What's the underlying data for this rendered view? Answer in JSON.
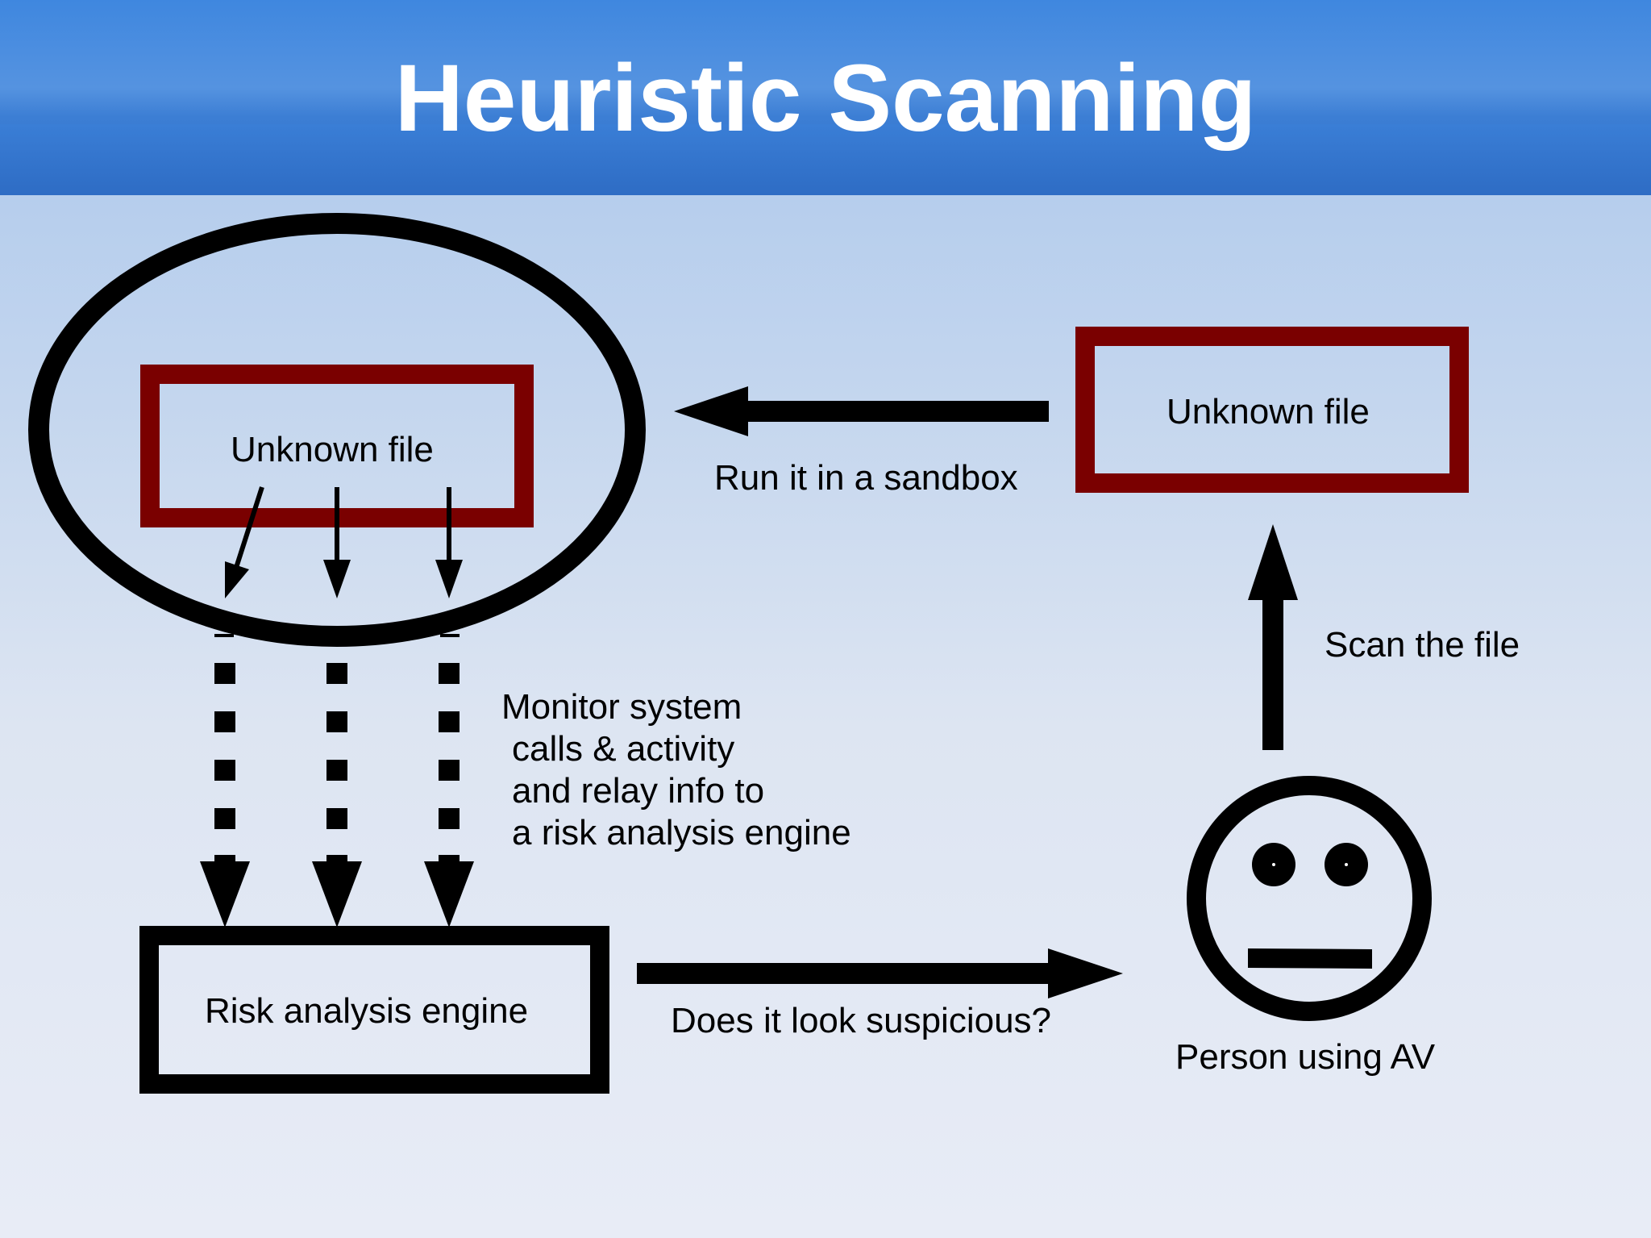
{
  "slide": {
    "title": "Heuristic Scanning"
  },
  "nodes": {
    "sandbox_file_label": "Unknown file",
    "incoming_file_label": "Unknown file",
    "risk_engine_label": "Risk analysis engine",
    "person_label": "Person using AV"
  },
  "edges": {
    "run_sandbox": "Run it in a sandbox",
    "scan_file": "Scan the file",
    "suspicious": "Does it look suspicious?",
    "monitor_lines": [
      "Monitor system",
      "calls & activity",
      "and relay info to",
      "a risk analysis engine"
    ]
  },
  "colors": {
    "box_border_red": "#7a0000",
    "stroke": "#000000",
    "title_text": "#ffffff",
    "header_blue": "#3f87df"
  },
  "icons": {
    "person": "neutral-face-icon"
  }
}
